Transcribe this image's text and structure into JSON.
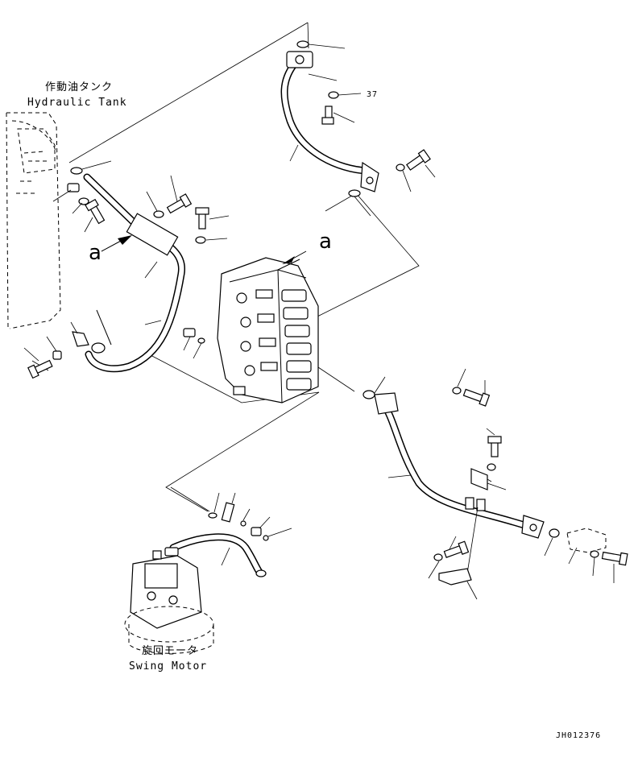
{
  "hydraulic_tank": {
    "label_jp": "作動油タンク",
    "label_en": "Hydraulic Tank"
  },
  "swing_motor": {
    "label_jp": "旋回モータ",
    "label_en": "Swing Motor"
  },
  "view_marker_left": "a",
  "view_marker_right": "a",
  "drawing_code": "JH012376",
  "callout_number": "37"
}
